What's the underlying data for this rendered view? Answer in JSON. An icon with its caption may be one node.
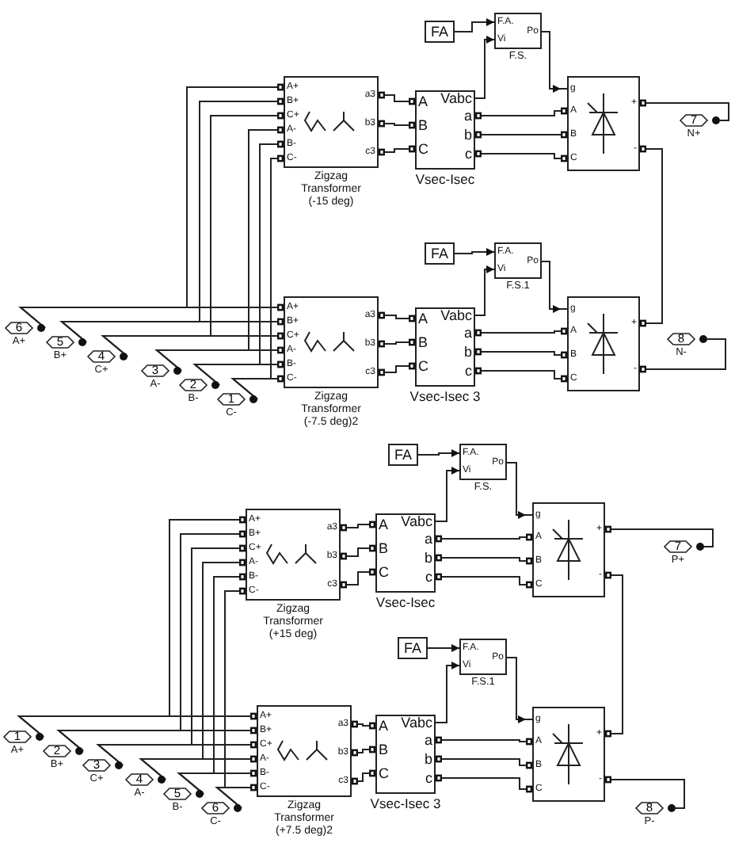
{
  "diagram": {
    "nodes": [
      {
        "text": [
          "FA"
        ]
      },
      {
        "text": [
          "F.A.",
          "Vi",
          "Po"
        ],
        "beside": [
          "F.S."
        ]
      },
      {
        "text": [
          "A+",
          "B+",
          "C+",
          "A-",
          "B-",
          "C-",
          "a3",
          "b3",
          "c3"
        ],
        "beside": [
          "Zigzag Transformer (-15 deg)"
        ]
      },
      {
        "text": [
          "A",
          "B",
          "C",
          "Vabc",
          "a",
          "b",
          "c"
        ],
        "beside": [
          "Vsec-Isec"
        ]
      },
      {
        "text": [
          "g",
          "A",
          "B",
          "C",
          "+",
          "-"
        ]
      },
      {
        "text": [
          "7"
        ],
        "beside": [
          "N+"
        ]
      },
      {
        "text": [
          "FA"
        ]
      },
      {
        "text": [
          "F.A.",
          "Vi",
          "Po"
        ],
        "beside": [
          "F.S.1"
        ]
      },
      {
        "text": [
          "6"
        ],
        "beside": [
          "A+"
        ]
      },
      {
        "text": [
          "5"
        ],
        "beside": [
          "B+"
        ]
      },
      {
        "text": [
          "4"
        ],
        "beside": [
          "C+"
        ]
      },
      {
        "text": [
          "3"
        ],
        "beside": [
          "A-"
        ]
      },
      {
        "text": [
          "2"
        ],
        "beside": [
          "B-"
        ]
      },
      {
        "text": [
          "1"
        ],
        "beside": [
          "C-"
        ]
      },
      {
        "text": [
          "A+",
          "B+",
          "C+",
          "A-",
          "B-",
          "C-",
          "a3",
          "b3",
          "c3"
        ],
        "beside": [
          "Zigzag Transformer (-7.5 deg)2"
        ]
      },
      {
        "text": [
          "A",
          "B",
          "C",
          "Vabc",
          "a",
          "b",
          "c"
        ],
        "beside": [
          "Vsec-Isec 3"
        ]
      },
      {
        "text": [
          "g",
          "A",
          "B",
          "C",
          "+",
          "-"
        ]
      },
      {
        "text": [
          "8"
        ],
        "beside": [
          "N-"
        ]
      },
      {
        "text": [
          "FA"
        ]
      },
      {
        "text": [
          "F.A.",
          "Vi",
          "Po"
        ],
        "beside": [
          "F.S."
        ]
      },
      {
        "text": [
          "A+",
          "B+",
          "C+",
          "A-",
          "B-",
          "C-",
          "a3",
          "b3",
          "c3"
        ],
        "beside": [
          "Zigzag Transformer (+15 deg)"
        ]
      },
      {
        "text": [
          "A",
          "B",
          "C",
          "Vabc",
          "a",
          "b",
          "c"
        ],
        "beside": [
          "Vsec-Isec"
        ]
      },
      {
        "text": [
          "g",
          "A",
          "B",
          "C",
          "+",
          "-"
        ]
      },
      {
        "text": [
          "7"
        ],
        "beside": [
          "P+"
        ]
      },
      {
        "text": [
          "FA"
        ]
      },
      {
        "text": [
          "F.A.",
          "Vi",
          "Po"
        ],
        "beside": [
          "F.S.1"
        ]
      },
      {
        "text": [
          "A+",
          "B+",
          "C+",
          "A-",
          "B-",
          "C-",
          "a3",
          "b3",
          "c3"
        ],
        "beside": [
          "Zigzag Transformer (+7.5 deg)2"
        ]
      },
      {
        "text": [
          "A",
          "B",
          "C",
          "Vabc",
          "a",
          "b",
          "c"
        ],
        "beside": [
          "Vsec-Isec 3"
        ]
      },
      {
        "text": [
          "g",
          "A",
          "B",
          "C",
          "+",
          "-"
        ]
      },
      {
        "text": [
          "8"
        ],
        "beside": [
          "P-"
        ]
      },
      {
        "text": [
          "1"
        ],
        "beside": [
          "A+"
        ]
      },
      {
        "text": [
          "2"
        ],
        "beside": [
          "B+"
        ]
      },
      {
        "text": [
          "3"
        ],
        "beside": [
          "C+"
        ]
      },
      {
        "text": [
          "4"
        ],
        "beside": [
          "A-"
        ]
      },
      {
        "text": [
          "5"
        ],
        "beside": [
          "B-"
        ]
      },
      {
        "text": [
          "6"
        ],
        "beside": [
          "C-"
        ]
      }
    ],
    "edges": [
      {
        "from": 0,
        "to": 1,
        "arrow": "to"
      },
      {
        "from": 3,
        "to": 1,
        "arrow": "to"
      },
      {
        "from": 1,
        "to": 4,
        "arrow": "to"
      },
      {
        "from": 2,
        "to": 3,
        "arrow": "none"
      },
      {
        "from": 2,
        "to": 3,
        "arrow": "none"
      },
      {
        "from": 2,
        "to": 3,
        "arrow": "none"
      },
      {
        "from": 3,
        "to": 4,
        "arrow": "none"
      },
      {
        "from": 3,
        "to": 4,
        "arrow": "none"
      },
      {
        "from": 3,
        "to": 4,
        "arrow": "none"
      },
      {
        "from": 4,
        "to": 5,
        "arrow": "none"
      },
      {
        "from": 4,
        "to": 16,
        "arrow": "none"
      },
      {
        "from": 6,
        "to": 7,
        "arrow": "to"
      },
      {
        "from": 15,
        "to": 7,
        "arrow": "to"
      },
      {
        "from": 7,
        "to": 16,
        "arrow": "to"
      },
      {
        "from": 14,
        "to": 15,
        "arrow": "none"
      },
      {
        "from": 14,
        "to": 15,
        "arrow": "none"
      },
      {
        "from": 14,
        "to": 15,
        "arrow": "none"
      },
      {
        "from": 15,
        "to": 16,
        "arrow": "none"
      },
      {
        "from": 15,
        "to": 16,
        "arrow": "none"
      },
      {
        "from": 15,
        "to": 16,
        "arrow": "none"
      },
      {
        "from": 16,
        "to": 17,
        "arrow": "none"
      },
      {
        "from": 8,
        "to": 2,
        "arrow": "none"
      },
      {
        "from": 8,
        "to": 14,
        "arrow": "none"
      },
      {
        "from": 9,
        "to": 2,
        "arrow": "none"
      },
      {
        "from": 9,
        "to": 14,
        "arrow": "none"
      },
      {
        "from": 10,
        "to": 2,
        "arrow": "none"
      },
      {
        "from": 10,
        "to": 14,
        "arrow": "none"
      },
      {
        "from": 11,
        "to": 2,
        "arrow": "none"
      },
      {
        "from": 11,
        "to": 14,
        "arrow": "none"
      },
      {
        "from": 12,
        "to": 2,
        "arrow": "none"
      },
      {
        "from": 12,
        "to": 14,
        "arrow": "none"
      },
      {
        "from": 13,
        "to": 2,
        "arrow": "none"
      },
      {
        "from": 13,
        "to": 14,
        "arrow": "none"
      },
      {
        "from": 18,
        "to": 19,
        "arrow": "to"
      },
      {
        "from": 21,
        "to": 19,
        "arrow": "to"
      },
      {
        "from": 19,
        "to": 22,
        "arrow": "to"
      },
      {
        "from": 20,
        "to": 21,
        "arrow": "none"
      },
      {
        "from": 20,
        "to": 21,
        "arrow": "none"
      },
      {
        "from": 20,
        "to": 21,
        "arrow": "none"
      },
      {
        "from": 21,
        "to": 22,
        "arrow": "none"
      },
      {
        "from": 21,
        "to": 22,
        "arrow": "none"
      },
      {
        "from": 21,
        "to": 22,
        "arrow": "none"
      },
      {
        "from": 22,
        "to": 23,
        "arrow": "none"
      },
      {
        "from": 22,
        "to": 28,
        "arrow": "none"
      },
      {
        "from": 24,
        "to": 25,
        "arrow": "to"
      },
      {
        "from": 27,
        "to": 25,
        "arrow": "to"
      },
      {
        "from": 25,
        "to": 28,
        "arrow": "to"
      },
      {
        "from": 26,
        "to": 27,
        "arrow": "none"
      },
      {
        "from": 26,
        "to": 27,
        "arrow": "none"
      },
      {
        "from": 26,
        "to": 27,
        "arrow": "none"
      },
      {
        "from": 27,
        "to": 28,
        "arrow": "none"
      },
      {
        "from": 27,
        "to": 28,
        "arrow": "none"
      },
      {
        "from": 27,
        "to": 28,
        "arrow": "none"
      },
      {
        "from": 28,
        "to": 29,
        "arrow": "none"
      },
      {
        "from": 30,
        "to": 20,
        "arrow": "none"
      },
      {
        "from": 30,
        "to": 26,
        "arrow": "none"
      },
      {
        "from": 31,
        "to": 20,
        "arrow": "none"
      },
      {
        "from": 31,
        "to": 26,
        "arrow": "none"
      },
      {
        "from": 32,
        "to": 20,
        "arrow": "none"
      },
      {
        "from": 32,
        "to": 26,
        "arrow": "none"
      },
      {
        "from": 33,
        "to": 20,
        "arrow": "none"
      },
      {
        "from": 33,
        "to": 26,
        "arrow": "none"
      },
      {
        "from": 34,
        "to": 20,
        "arrow": "none"
      },
      {
        "from": 34,
        "to": 26,
        "arrow": "none"
      },
      {
        "from": 35,
        "to": 20,
        "arrow": "none"
      },
      {
        "from": 35,
        "to": 26,
        "arrow": "none"
      }
    ]
  }
}
